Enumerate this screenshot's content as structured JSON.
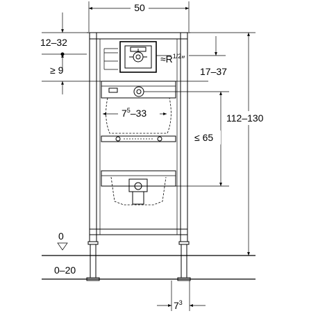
{
  "dimensions": {
    "frame_width": "50",
    "inlet_height": "12–32",
    "min_gap": "≥ 9",
    "supply_thread_prefix": "≈R",
    "supply_thread_sup": "1/2",
    "supply_thread_suffix": "″",
    "supply_offset": "17–37",
    "fixing_spacing_base": "7",
    "fixing_spacing_sup": "5",
    "fixing_spacing_suffix": "–33",
    "outlet_height": "≤ 65",
    "total_height": "112–130",
    "floor_level": "0",
    "leg_adjust": "0–20",
    "leg_depth_base": "7",
    "leg_depth_sup": "3"
  },
  "colors": {
    "stroke": "#000000",
    "background": "#ffffff"
  }
}
